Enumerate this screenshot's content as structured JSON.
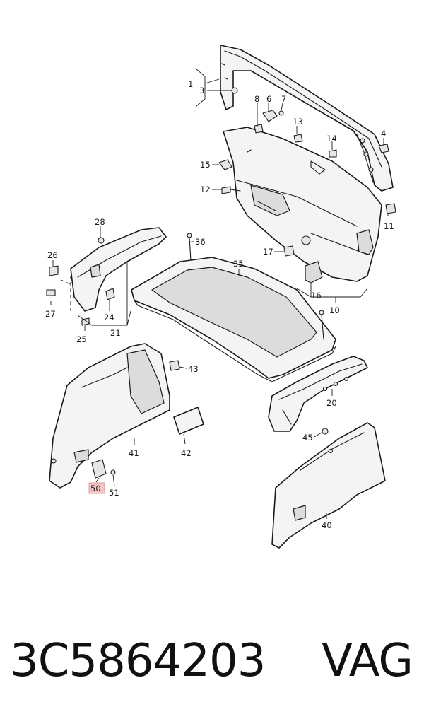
{
  "labels": {
    "l1": "1",
    "l3": "3",
    "l8": "8",
    "l6": "6",
    "l7": "7",
    "l4": "4",
    "l13": "13",
    "l14": "14",
    "l15": "15",
    "l12": "12",
    "l11": "11",
    "l17": "17",
    "l16": "16",
    "l10": "10",
    "l28": "28",
    "l26": "26",
    "l27": "27",
    "l24": "24",
    "l25": "25",
    "l21": "21",
    "l36": "36",
    "l35": "35",
    "l43": "43",
    "l20": "20",
    "l41": "41",
    "l42": "42",
    "l45": "45",
    "l50": "50",
    "l51": "51",
    "l40": "40"
  },
  "highlight_color": "#f4c6c6",
  "caption": {
    "part_number": "3C5864203",
    "brand": "VAG"
  }
}
